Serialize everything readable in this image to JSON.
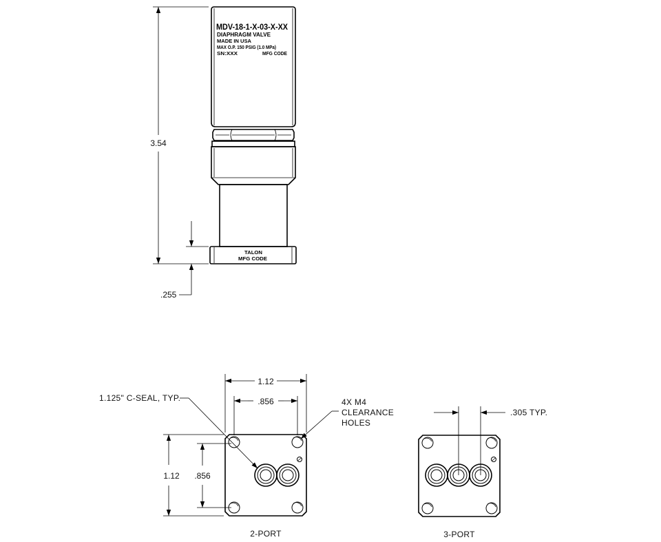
{
  "valve_marking": {
    "part_number": "MDV-18-1-X-03-X-XX",
    "description": "DIAPHRAGM VALVE",
    "origin": "MADE IN USA",
    "pressure": "MAX O.P. 150 PSIG (1.0 MPa)",
    "serial": "SN:XXX",
    "mfg_code": "MFG CODE"
  },
  "base_marking": {
    "brand": "TALON",
    "mfg_code": "MFG CODE"
  },
  "side_view_dimensions": {
    "overall_height": "3.54",
    "base_height": ".255"
  },
  "two_port_view": {
    "title": "2-PORT",
    "width": "1.12",
    "height": "1.12",
    "hole_spacing_x": ".856",
    "hole_spacing_y": ".856",
    "seal_callout": "1.125\" C-SEAL, TYP.",
    "holes_callout_line1": "4X M4",
    "holes_callout_line2": "CLEARANCE",
    "holes_callout_line3": "HOLES"
  },
  "three_port_view": {
    "title": "3-PORT",
    "port_spacing": ".305 TYP."
  }
}
